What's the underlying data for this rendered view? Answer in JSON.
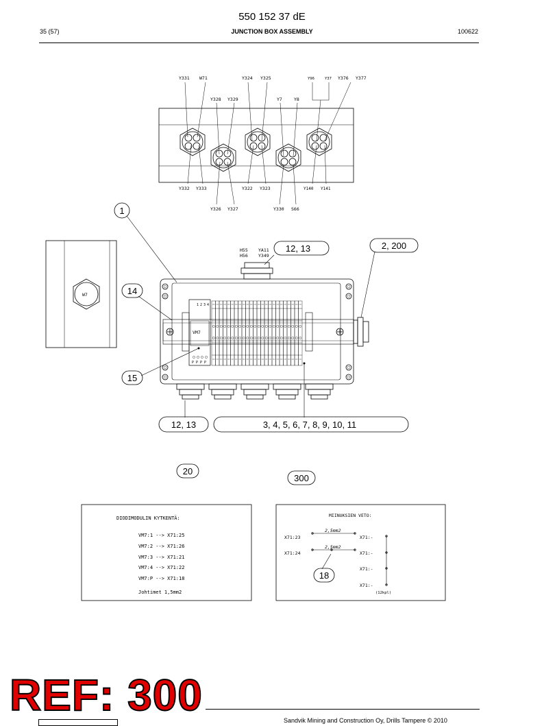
{
  "header": {
    "doc_number": "550 152 37 dE",
    "page": "35 (57)",
    "title": "JUNCTION BOX ASSEMBLY",
    "date": "100622"
  },
  "gland_panel": {
    "top_labels_row1": [
      "Y331",
      "W71",
      "Y324",
      "Y325",
      "Y96",
      "Y37",
      "Y376",
      "Y377"
    ],
    "top_labels_row2": [
      "Y328",
      "Y329",
      "Y7",
      "Y8"
    ],
    "bottom_labels_row1": [
      "Y332",
      "Y333",
      "Y322",
      "Y323",
      "Y140",
      "Y141"
    ],
    "bottom_labels_row2": [
      "Y326",
      "Y327",
      "Y330",
      "S66"
    ]
  },
  "side_view": {
    "gland_label": "W7"
  },
  "box": {
    "top_gland_labels": [
      "H55",
      "YA11",
      "H56",
      "Y349"
    ],
    "module_label": "VM7",
    "module_top_numbers": [
      "1",
      "2",
      "3",
      "4"
    ],
    "module_bottom_letters": [
      "P",
      "P",
      "P",
      "P"
    ]
  },
  "callouts": {
    "c1": "1",
    "c12_top": "12, 13",
    "c2": "2, 200",
    "c14": "14",
    "c15": "15",
    "c12_bottom": "12, 13",
    "c3": "3, 4, 5, 6, 7, 8, 9, 10, 11",
    "c20": "20",
    "c300": "300",
    "c18": "18"
  },
  "diode_note": {
    "title": "DIODIMODULIN KYTKENTÄ:",
    "lines": [
      "VM7:1 --> X71:25",
      "VM7:2 --> X71:26",
      "VM7:3 --> X71:21",
      "VM7:4 --> X71:22",
      "VM7:P --> X71:18"
    ],
    "footer": "Johtimet 1,5mm2"
  },
  "wiring_note": {
    "title": "MIINUKSIEN VETO:",
    "row1_left": "X71:23",
    "row1_wire": "2,5mm2",
    "row1_right": "X71:-",
    "row2_left": "X71:24",
    "row2_wire": "2,5mm2",
    "row2_right": "X71:-",
    "row3_right": "X71:-",
    "row4_right": "X71:-",
    "count": "(12kpl)"
  },
  "stamp": {
    "ref": "REF: 300"
  },
  "footer": {
    "copyright": "Sandvik Mining and Construction Oy, Drills Tampere © 2010"
  }
}
